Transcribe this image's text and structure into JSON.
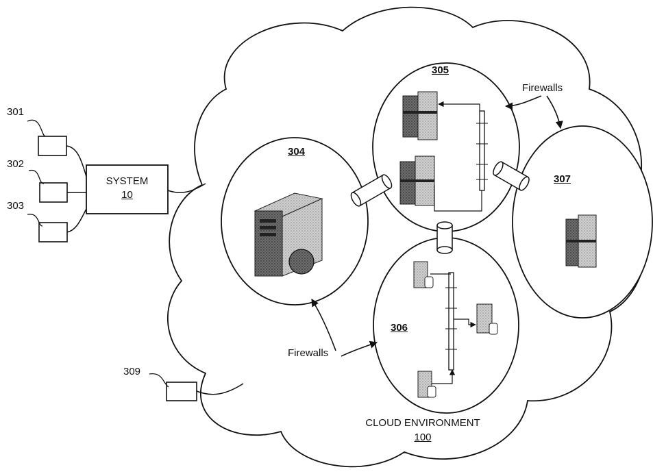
{
  "system": {
    "title": "SYSTEM",
    "ref": "10"
  },
  "devices": [
    {
      "ref": "301"
    },
    {
      "ref": "302"
    },
    {
      "ref": "303"
    },
    {
      "ref": "309"
    }
  ],
  "zones": [
    {
      "ref": "304"
    },
    {
      "ref": "305"
    },
    {
      "ref": "306"
    },
    {
      "ref": "307"
    }
  ],
  "firewall_labels": [
    "Firewalls",
    "Firewalls"
  ],
  "cloud": {
    "title": "CLOUD ENVIRONMENT",
    "ref": "100"
  }
}
